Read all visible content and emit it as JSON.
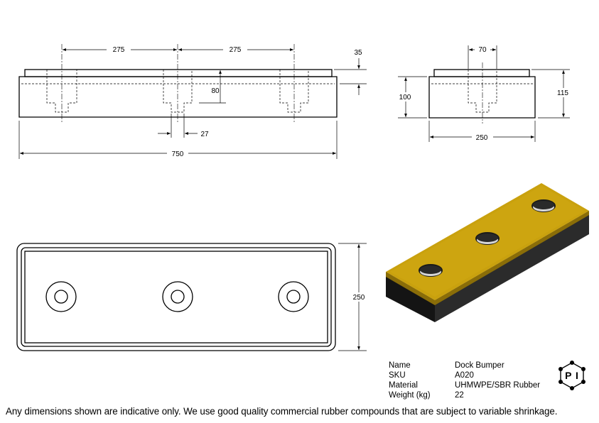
{
  "dimensions": {
    "front_hole_spacing_left": "275",
    "front_hole_spacing_right": "275",
    "front_top_thickness": "35",
    "front_depth": "80",
    "front_hole_width": "27",
    "front_total_length": "750",
    "side_hole_width": "70",
    "side_body_height": "100",
    "side_total_height": "115",
    "side_total_width": "250",
    "plan_width": "250"
  },
  "specs": [
    {
      "label": "Name",
      "value": "Dock Bumper"
    },
    {
      "label": "SKU",
      "value": "A020"
    },
    {
      "label": "Material",
      "value": "UHMWPE/SBR Rubber"
    },
    {
      "label": "Weight (kg)",
      "value": "22"
    }
  ],
  "logo_text": "P I",
  "footer": "Any dimensions shown are indicative only. We use good quality commercial rubber compounds that are subject to variable shrinkage.",
  "colors": {
    "pad_top": "#c9a10e",
    "pad_edge": "#8a6d08",
    "rubber": "#1c1c1c"
  }
}
